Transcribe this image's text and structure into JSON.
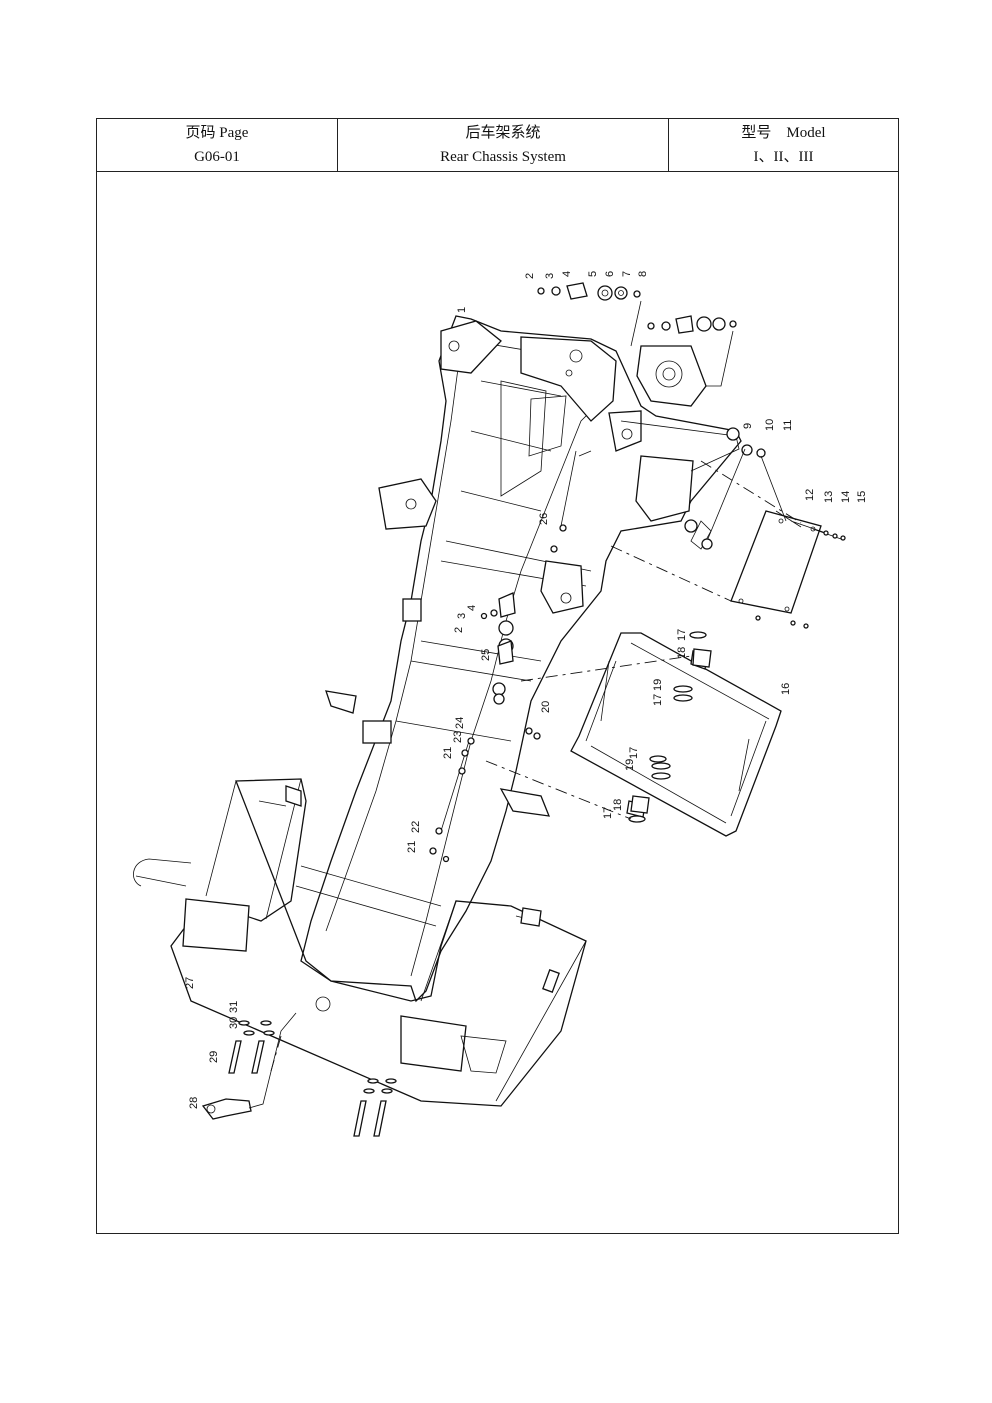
{
  "header": {
    "page_label": "页码 Page",
    "page_value": "G06-01",
    "title_cn": "后车架系统",
    "title_en": "Rear Chassis System",
    "model_label": "型号    Model",
    "model_value": "I、II、III"
  },
  "callouts": [
    "1",
    "2",
    "3",
    "4",
    "5",
    "6",
    "7",
    "8",
    "9",
    "10",
    "11",
    "12",
    "13",
    "14",
    "15",
    "16",
    "17",
    "18",
    "19",
    "20",
    "21",
    "22",
    "23",
    "24",
    "25",
    "26",
    "27",
    "28",
    "29",
    "30",
    "31"
  ]
}
